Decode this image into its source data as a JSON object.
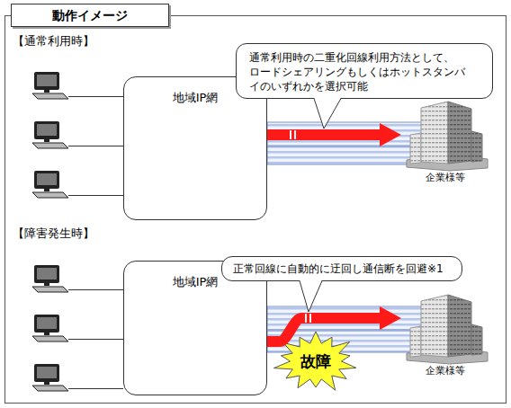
{
  "diagram": {
    "title": "動作イメージ",
    "nodes": [
      {
        "text": [
          "通常利用時の二重化回線利用方法として、 ロードシェアリングもしくはホットスタンバ イのいずれかを選択可能"
        ]
      },
      {
        "text": [
          "地域IP網"
        ]
      },
      {
        "text": [
          "企業様等"
        ]
      },
      {
        "text": [
          "正常回線に自動的に迂回し通信断を回避※1"
        ]
      },
      {
        "text": [
          "地域IP網"
        ]
      },
      {
        "text": [
          "企業様等"
        ]
      },
      {
        "text": [
          "故障"
        ]
      }
    ],
    "edges": [
      {
        "from": 1,
        "to": 2,
        "arrow": "to"
      },
      {
        "from": 4,
        "to": 5,
        "arrow": "to"
      }
    ],
    "labels": [
      "【通常利用時】",
      "【障害発生時】"
    ]
  }
}
